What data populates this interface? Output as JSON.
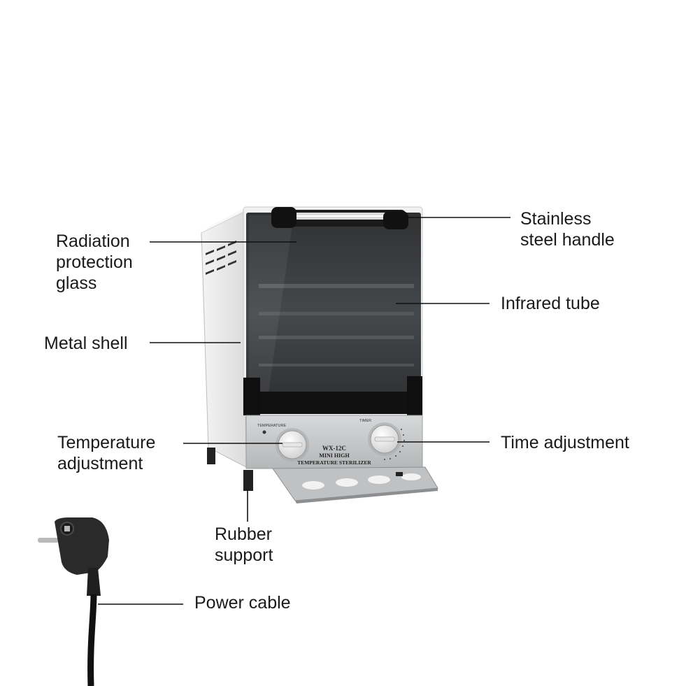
{
  "labels": {
    "radiation_glass": [
      "Radiation",
      "protection",
      "glass"
    ],
    "metal_shell": [
      "Metal shell"
    ],
    "temperature_adjustment": [
      "Temperature",
      "adjustment"
    ],
    "rubber_support": [
      "Rubber",
      "support"
    ],
    "power_cable": [
      "Power cable"
    ],
    "stainless_handle": [
      "Stainless",
      "steel handle"
    ],
    "infrared_tube": [
      "Infrared tube"
    ],
    "time_adjustment": [
      "Time adjustment"
    ]
  },
  "panel": {
    "model": "WX-12C",
    "line1": "MINI HIGH",
    "line2": "TEMPERATURE STERILIZER",
    "temperature_caption": "TEMPERATURE",
    "timer_caption": "TIMER"
  },
  "colors": {
    "shell": "#e9e9e9",
    "glass": "#3a3c3e",
    "panel": "#c4c6c8",
    "line": "#111111",
    "text": "#1a1a1a"
  }
}
